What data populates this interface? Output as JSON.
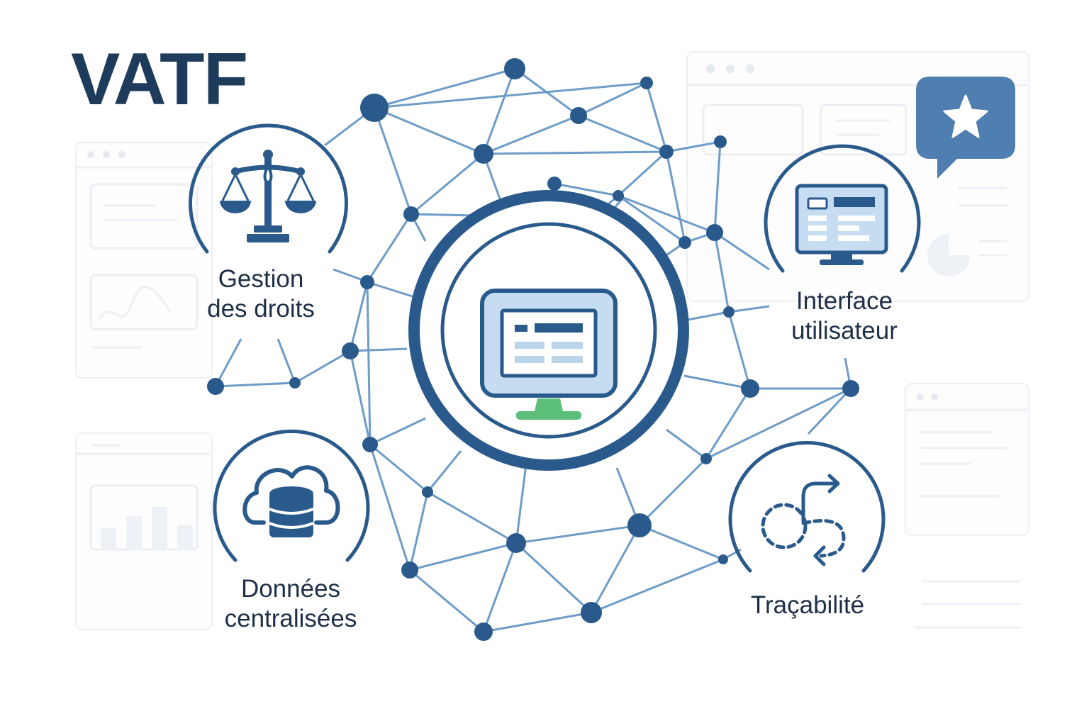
{
  "title": "VATF",
  "features": [
    {
      "id": "rights",
      "lines": [
        "Gestion",
        "des droits"
      ],
      "icon": "scales-of-justice-icon"
    },
    {
      "id": "ui",
      "lines": [
        "Interface",
        "utilisateur"
      ],
      "icon": "monitor-interface-icon"
    },
    {
      "id": "data",
      "lines": [
        "Données",
        "centralisées"
      ],
      "icon": "cloud-database-icon"
    },
    {
      "id": "trace",
      "lines": [
        "Traçabilité"
      ],
      "icon": "trace-path-icon"
    }
  ],
  "center_icon": "central-monitor-icon",
  "badge_icon": "star-chat-bubble-icon",
  "colors": {
    "primary": "#2a5a8c",
    "dark_text": "#1e2f48",
    "title": "#1f3b5c",
    "network_line": "#6e9cc8",
    "screen_fill": "#c6dcf0",
    "stand_green": "#5bbf7a",
    "badge": "#4f7fb0"
  }
}
